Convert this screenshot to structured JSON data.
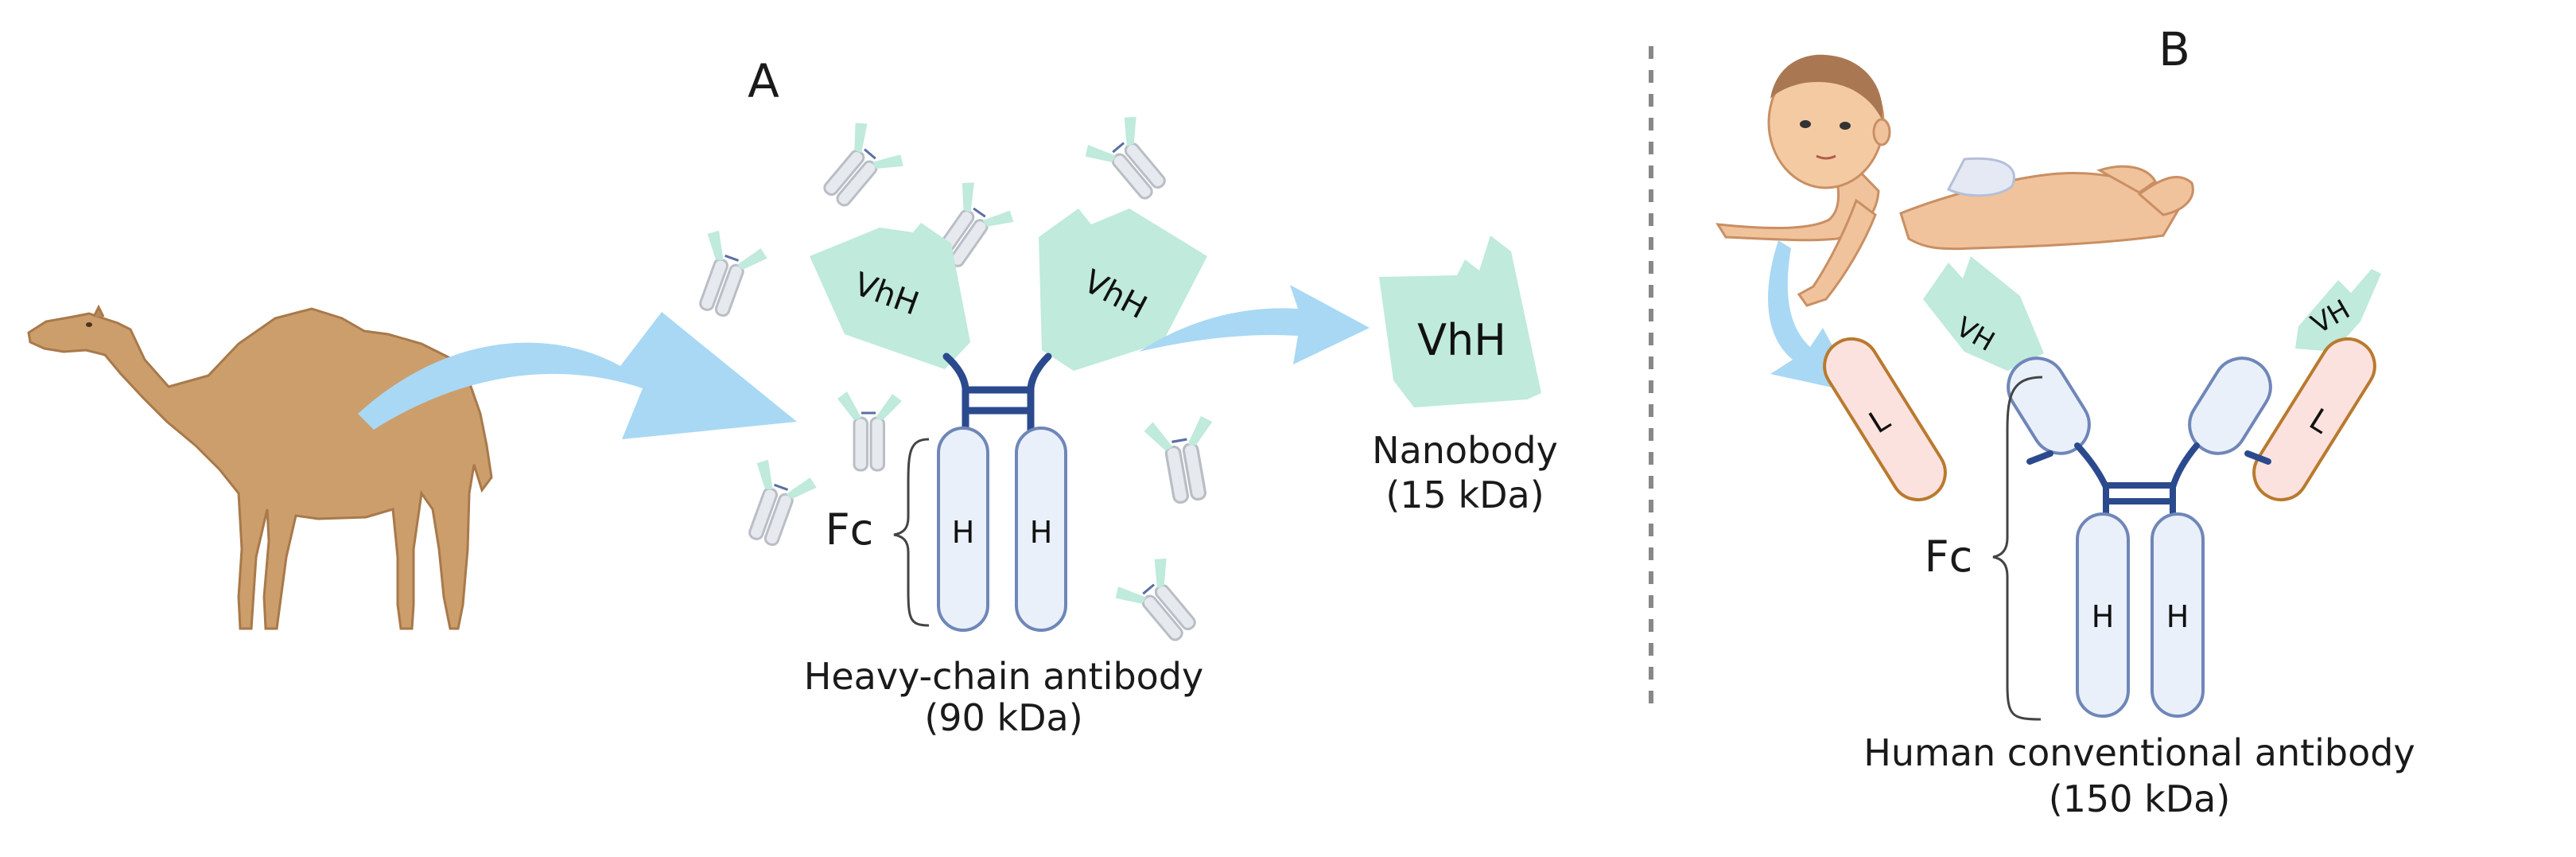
{
  "panels": {
    "a": {
      "letter": "A",
      "antibody_name": "Heavy-chain antibody",
      "antibody_mass": "(90 kDa)",
      "fc_label": "Fc",
      "heavy_label": "H",
      "vhh_label": "VhH",
      "nanobody_vhh_label": "VhH",
      "nanobody_name": "Nanobody",
      "nanobody_mass": "(15 kDa)"
    },
    "b": {
      "letter": "B",
      "antibody_name": "Human conventional antibody",
      "antibody_mass": "(150 kDa)",
      "fc_label": "Fc",
      "heavy_label": "H",
      "light_label": "L",
      "vh_label": "VH"
    }
  },
  "colors": {
    "arrow": "#a8d8f4",
    "variable_domain": "#bfeadc",
    "heavy_fill": "#eaf0fa",
    "heavy_stroke": "#6f86b8",
    "hinge": "#2b4a8e",
    "light_fill": "#fbe2df",
    "light_stroke": "#b97a2e",
    "camel": "#cc9e6c",
    "divider": "#888888"
  }
}
